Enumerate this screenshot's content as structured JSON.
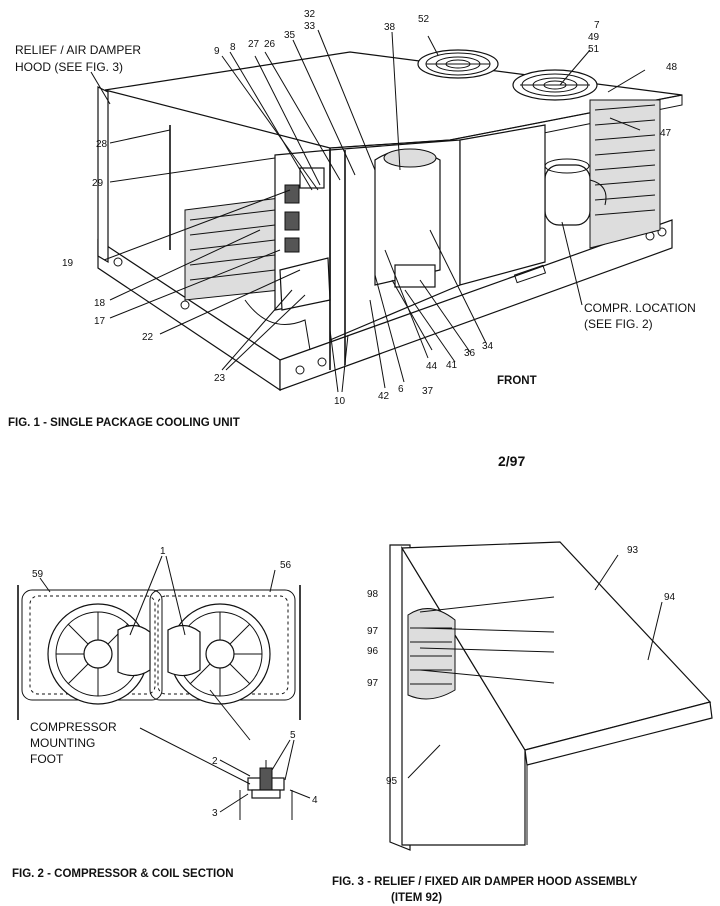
{
  "fig1": {
    "caption": "FIG. 1 - SINGLE PACKAGE COOLING UNIT",
    "relief_line1": "RELIEF / AIR DAMPER",
    "relief_line2": "HOOD (SEE FIG. 3)",
    "compr_line1": "COMPR. LOCATION",
    "compr_line2": "(SEE FIG. 2)",
    "front": "FRONT",
    "callouts": {
      "n52": "52",
      "n7": "7",
      "n49": "49",
      "n51": "51",
      "n48": "48",
      "n47": "47",
      "n32": "32",
      "n33": "33",
      "n38": "38",
      "n35": "35",
      "n26": "26",
      "n27": "27",
      "n8": "8",
      "n9": "9",
      "n28": "28",
      "n29": "29",
      "n19": "19",
      "n18": "18",
      "n17": "17",
      "n22": "22",
      "n23": "23",
      "n10": "10",
      "n42": "42",
      "n6": "6",
      "n37": "37",
      "n44": "44",
      "n41": "41",
      "n36": "36",
      "n34": "34"
    }
  },
  "date": "2/97",
  "fig2": {
    "caption": "FIG. 2 - COMPRESSOR & COIL SECTION",
    "foot_line1": "COMPRESSOR",
    "foot_line2": "MOUNTING",
    "foot_line3": "FOOT",
    "callouts": {
      "n59": "59",
      "n56": "56",
      "n1": "1",
      "n2": "2",
      "n3": "3",
      "n4": "4",
      "n5": "5"
    }
  },
  "fig3": {
    "caption_line1": "FIG. 3 -  RELIEF / FIXED AIR DAMPER HOOD ASSEMBLY",
    "caption_line2": "(ITEM 92)",
    "callouts": {
      "n93": "93",
      "n94": "94",
      "n98": "98",
      "n97a": "97",
      "n96": "96",
      "n97b": "97",
      "n95": "95"
    }
  }
}
